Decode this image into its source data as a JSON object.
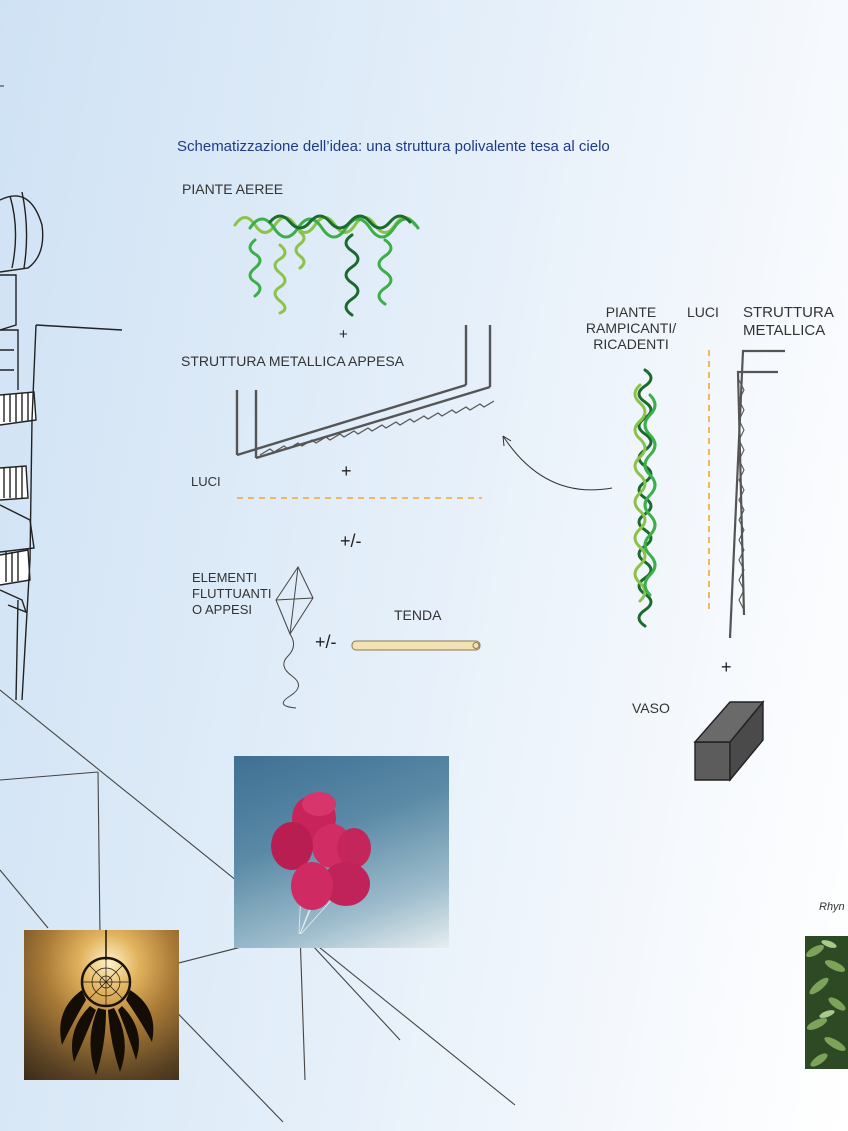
{
  "title": "Schematizzazione dell’idea: una struttura polivalente tesa al cielo",
  "labels": {
    "piante_aeree": "PIANTE AEREE",
    "plus_1": "+",
    "struttura_appesa": "STRUTTURA METALLICA APPESA",
    "plus_2": "+",
    "luci_left": "LUCI",
    "plusminus_1": "+/-",
    "elementi_line1": "ELEMENTI",
    "elementi_line2": "FLUTTUANTI",
    "elementi_line3": "O APPESI",
    "tenda": "TENDA",
    "plusminus_2": "+/-",
    "piante_line1": "PIANTE",
    "piante_line2": "RAMPICANTI/",
    "piante_line3": "RICADENTI",
    "luci_right": "LUCI",
    "struttura_line1": "STRUTTURA",
    "struttura_line2": "METALLICA",
    "plus_3": "+",
    "vaso": "VASO"
  },
  "caption": "Rhyn",
  "colors": {
    "title": "#1f3a8a",
    "green_light": "#8bc34a",
    "green_mid": "#3cae4a",
    "green_dark": "#1b6b2f",
    "structure": "#555555",
    "lights_dash": "#f0a830",
    "tube": "#f3e2b3",
    "box": "#5c5c5c"
  },
  "icons": {
    "balloons": "balloons-photo",
    "dreamcatcher": "dreamcatcher-photo",
    "plant": "leaves-photo",
    "kite": "kite-icon",
    "tower": "tower-sketch"
  }
}
